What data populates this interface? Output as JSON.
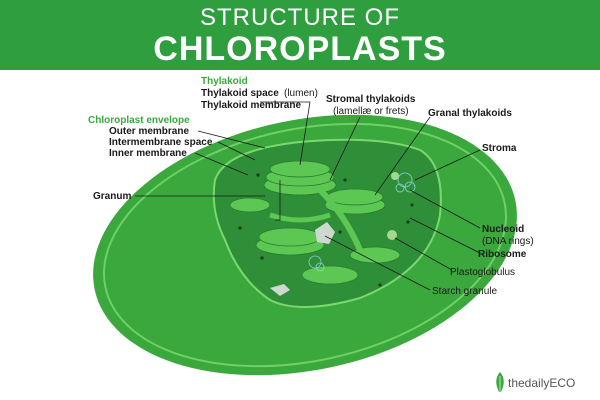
{
  "header": {
    "title_line1": "STRUCTURE OF",
    "title_line2": "CHLOROPLASTS"
  },
  "labels": {
    "thylakoid": "Thylakoid",
    "thylakoid_space": "Thylakoid space",
    "thylakoid_space_note": "(lumen)",
    "thylakoid_membrane": "Thylakoid membrane",
    "chloroplast_envelope": "Chloroplast envelope",
    "outer_membrane": "Outer membrane",
    "intermembrane_space": "Intermembrane space",
    "inner_membrane": "Inner membrane",
    "granum": "Granum",
    "stromal_thylakoids": "Stromal thylakoids",
    "stromal_thylakoids_note": "(lamellæ or frets)",
    "granal_thylakoids": "Granal thylakoids",
    "stroma": "Stroma",
    "nucleoid": "Nucleoid",
    "nucleoid_note": "(DNA rings)",
    "ribosome": "Ribosome",
    "plastoglobulus": "Plastoglobulus",
    "starch_granule": "Starch granule"
  },
  "brand": {
    "name": "thedailyECO",
    "icon": "leaf-icon"
  },
  "colors": {
    "header_bg": "#2e9e3e",
    "outer_body": "#3aa83c",
    "inner_body": "#2f8f38",
    "thylakoid": "#5cc853",
    "accent_label": "#3aa83c"
  }
}
